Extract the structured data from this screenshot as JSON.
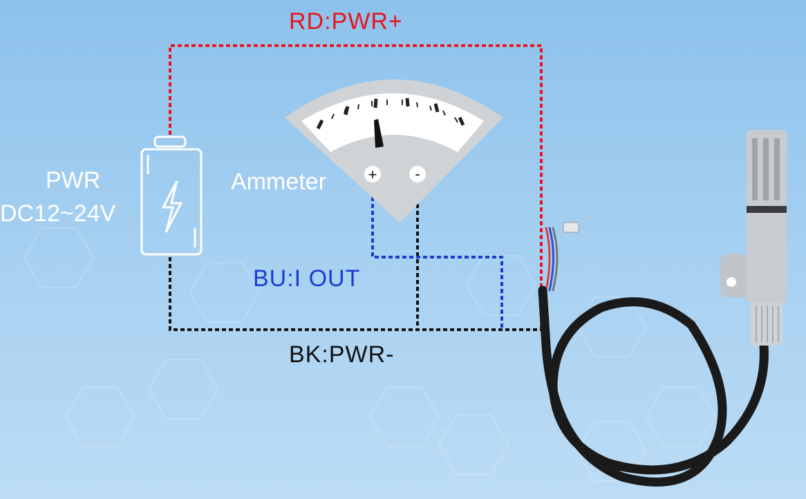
{
  "power_supply": {
    "title": "PWR",
    "voltage": "DC12~24V"
  },
  "ammeter": {
    "label": "Ammeter",
    "plus_symbol": "+",
    "minus_symbol": "-"
  },
  "wires": {
    "red": {
      "label": "RD:PWR+",
      "color": "#e8141c"
    },
    "blue": {
      "label": "BU:I OUT",
      "color": "#1b3ccf"
    },
    "black": {
      "label": "BK:PWR-",
      "color": "#111111"
    }
  },
  "icons": [
    "battery-icon",
    "lightning-icon",
    "ammeter-gauge-icon",
    "sensor-probe-icon",
    "cable-icon",
    "hexagon-pattern"
  ]
}
